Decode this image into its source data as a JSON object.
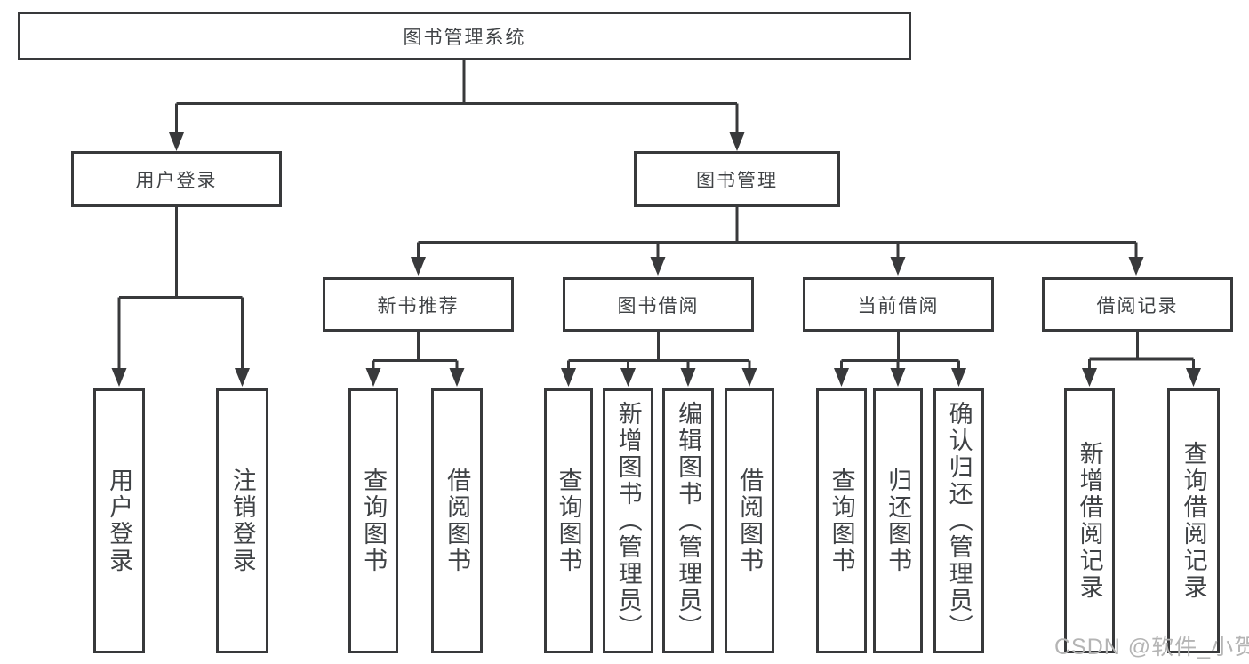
{
  "diagram": {
    "root": "图书管理系统",
    "branches": [
      {
        "label": "用户登录",
        "children": [
          "用户登录",
          "注销登录"
        ]
      },
      {
        "label": "图书管理",
        "groups": [
          {
            "label": "新书推荐",
            "children": [
              "查询图书",
              "借阅图书"
            ]
          },
          {
            "label": "图书借阅",
            "children": [
              "查询图书",
              "新增图书（管理员）",
              "编辑图书（管理员）",
              "借阅图书"
            ]
          },
          {
            "label": "当前借阅",
            "children": [
              "查询图书",
              "归还图书",
              "确认归还（管理员）"
            ]
          },
          {
            "label": "借阅记录",
            "children": [
              "新增借阅记录",
              "查询借阅记录"
            ]
          }
        ]
      }
    ],
    "line_color": "#38393b"
  },
  "watermark": "CSDN @软件_小贺同学"
}
